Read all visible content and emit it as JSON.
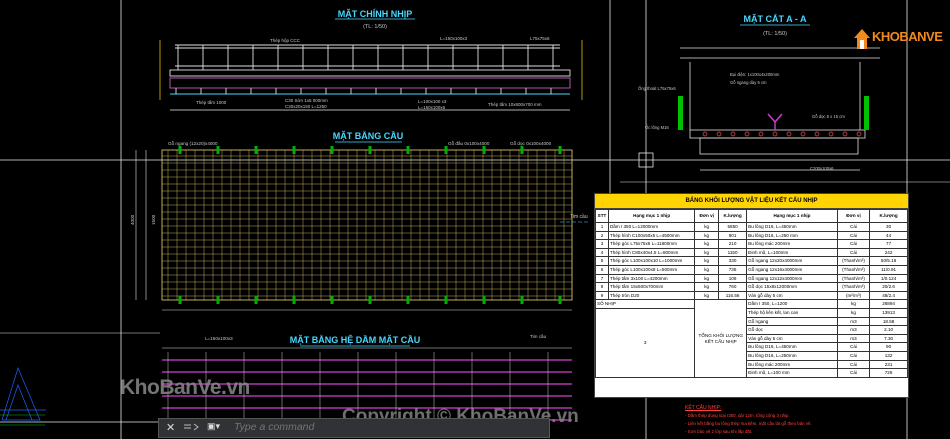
{
  "drawing": {
    "elevation_title": "MẶT CHÍNH NHỊP",
    "elevation_scale": "(TL: 1/50)",
    "section_title": "MẶT CẮT A - A",
    "section_scale": "(TL: 1/50)",
    "plan_title": "MẶT BẰNG CẦU",
    "beam_plan_title": "MẶT BẰNG HỆ DẦM MẶT CẦU",
    "elev_labels": [
      "Thép hộp CCC",
      "L=150x100x3",
      "L75x75x6",
      "Thép tấm 1000",
      "C30 Sờn 1x5 000mm",
      "C30x20x150 L=1250",
      "L=100x100 x3",
      "L=150x100x6",
      "Thép tấm 10x600x700 mm"
    ],
    "section_labels": [
      "Bụi điện: 1x100x4x200mm",
      "Gỗ ngang dày 5 cm",
      "Ốc lông M16",
      "Ống thoát L75x75x6",
      "Gỗ dọc 8 x 15 cm",
      "C200x100x6"
    ],
    "plan_labels": [
      "Gỗ ngang (12x20)x4000",
      "Gỗ đầu 0x100x4000",
      "Gỗ dọc 0x100x4000",
      "Tim cầu",
      "4000",
      "1500"
    ],
    "beam_labels": [
      "L=150x100x3",
      "Tim cầu"
    ]
  },
  "table": {
    "title": "BẢNG KHỐI LƯỢNG VẬT LIỆU KẾT CẤU NHỊP",
    "headers": [
      "STT",
      "Hạng mục 1 nhịp",
      "Đơn vị",
      "K.lượng",
      "Hạng mục 1 nhịp",
      "Đơn vị",
      "K.lượng"
    ],
    "rows": [
      [
        "1",
        "Dầm I 350 L=12000mm",
        "kg",
        "5850",
        "Bu lông D16, L=450mm",
        "Cái",
        "30"
      ],
      [
        "2",
        "Thép hình C100x50x5 L=4500mm",
        "kg",
        "901",
        "Bu lông D16, L=250 mm",
        "Cái",
        "44"
      ],
      [
        "3",
        "Thép góc L75x75x6 L=11800mm",
        "kg",
        "210",
        "Bu lông mác 200mm",
        "Cái",
        "77"
      ],
      [
        "4",
        "Thép hình C80x40x4.5 L=800mm",
        "kg",
        "1150",
        "Đinh mũ, L=100mm",
        "Cái",
        "242"
      ],
      [
        "5",
        "Thép góc L100x100x10 L=1000mm",
        "kg",
        "330",
        "Gỗ ngang 12x20x4000mm",
        "(Thanh/m³)",
        "50/5.16"
      ],
      [
        "6",
        "Thép góc L100x100x8 L=500mm",
        "kg",
        "735",
        "Gỗ ngang 12x16x4000mm",
        "(Thanh/m³)",
        "11/0.91"
      ],
      [
        "7",
        "Thép tấm 3x100 L=4200mm",
        "kg",
        "109",
        "Gỗ ngang 12x12x4000mm",
        "(Thanh/m³)",
        "1/0.124"
      ],
      [
        "8",
        "Thép tấm 15x600x700mm",
        "kg",
        "760",
        "Gỗ dọc 15x8x12000mm",
        "(Thanh/m³)",
        "20/2.6"
      ],
      [
        "9",
        "Thép tròn D20",
        "kg",
        "116.56",
        "Ván gỗ dày 5 cm",
        "(m²/m³)",
        "48/2.4"
      ]
    ],
    "summary_label_1": "SỐ NHỊP",
    "summary_label_2": "TỔNG KHỐI LƯỢNG KẾT CẤU NHỊP",
    "summary_count": "3",
    "summary_rows": [
      [
        "Dầm I 350, L=1200",
        "kg",
        "26894"
      ],
      [
        "Thép hộ liên kết, lan can",
        "kg",
        "13913"
      ],
      [
        "Gỗ ngang",
        "m3",
        "18.58"
      ],
      [
        "Gỗ dọc",
        "m3",
        "2.10"
      ],
      [
        "Ván gỗ dày 5 cm",
        "m3",
        "7.30"
      ],
      [
        "Bu lông D16, L=450mm",
        "Cái",
        "90"
      ],
      [
        "Bu lông D16, L=250mm",
        "Cái",
        "132"
      ],
      [
        "Bu lông mác 200mm",
        "Cái",
        "231"
      ],
      [
        "Đinh mũ, L=100 mm",
        "Cái",
        "726"
      ]
    ]
  },
  "notes": {
    "title": "KẾT CẤU NHỊP:",
    "lines": [
      "- Dầm thép dùng loại I350, dài 12m, tổng cộng 3 nhịp.",
      "- Liên kết bằng bu lông thép mạ kẽm, mặt cầu lát gỗ theo bản vẽ.",
      "- Sơn bảo vệ 2 lớp sau khi lắp đặt."
    ]
  },
  "command": {
    "placeholder": "Type a command",
    "close_glyph": "✕",
    "icon_glyph": "▣▾"
  },
  "branding": {
    "logo_text": "KHOBANVE",
    "watermark_site": "KhoBanVe.vn",
    "watermark_copyright": "Copyright © KhoBanVe.vn"
  },
  "colors": {
    "background": "#000000",
    "title_cyan": "#48d8ff",
    "table_header": "#ffd400",
    "timber": "#d8c060",
    "beam_magenta": "#d040d0",
    "logo_orange": "#f08a20"
  }
}
